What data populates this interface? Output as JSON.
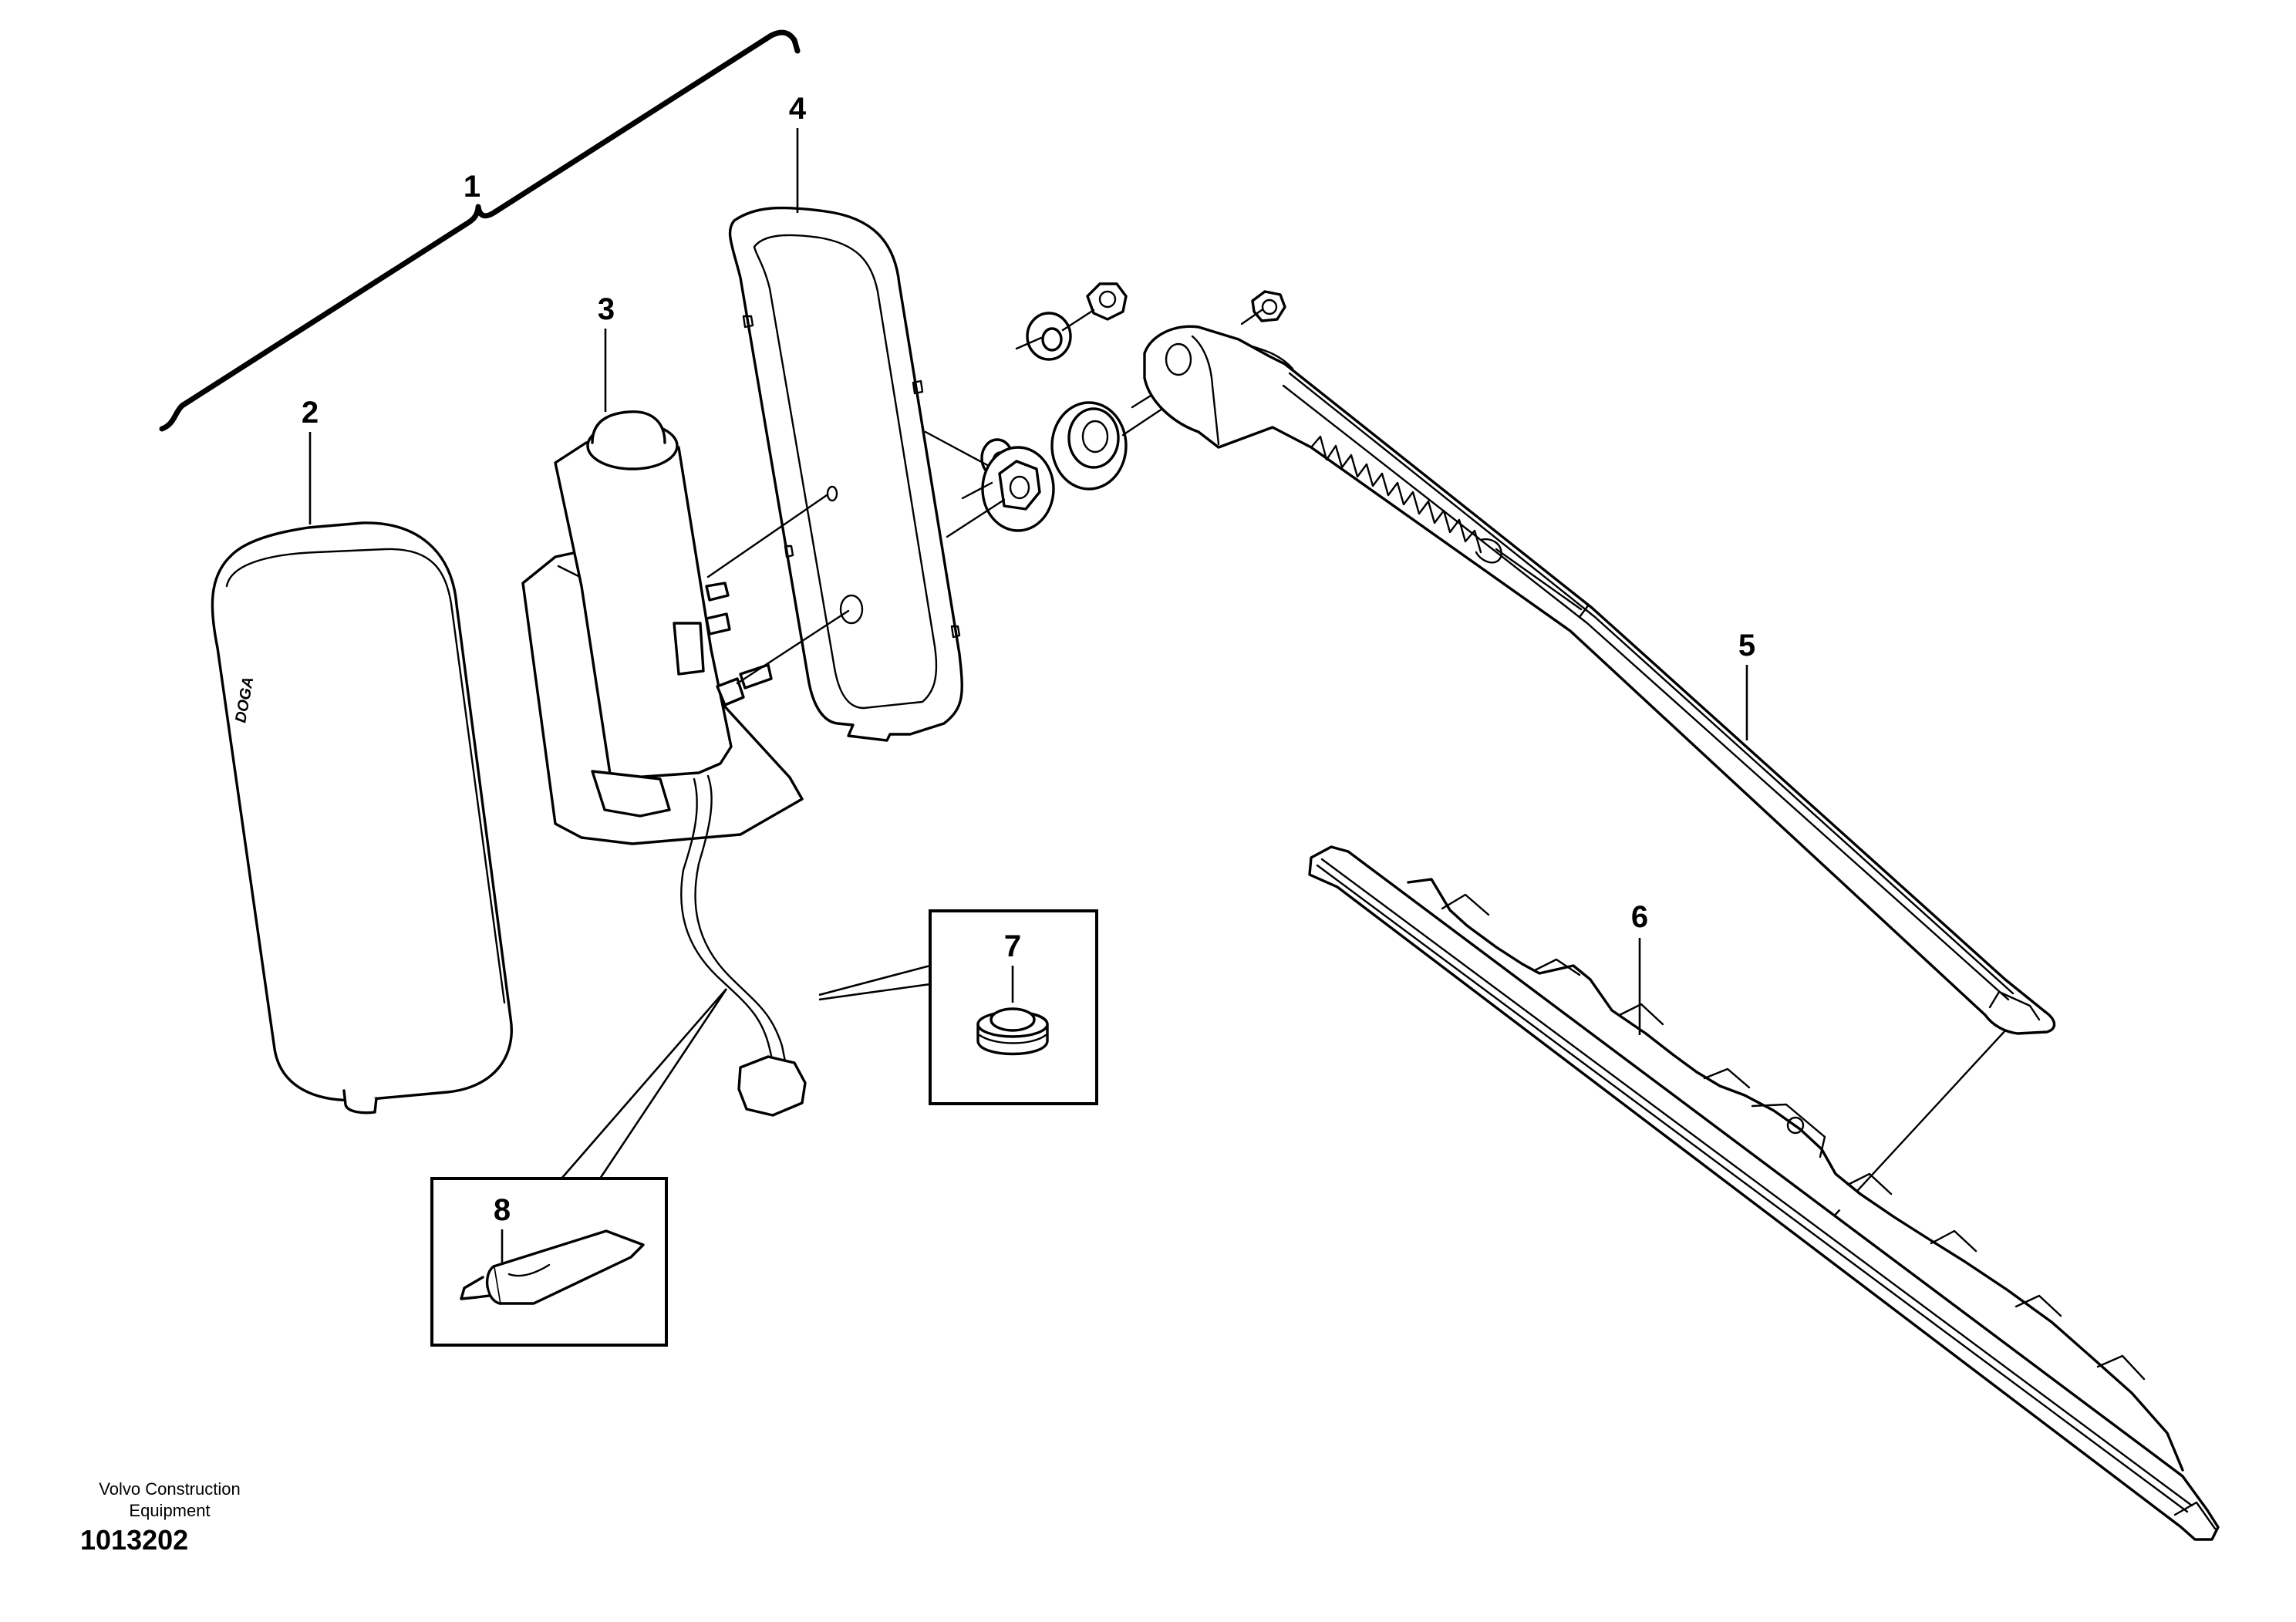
{
  "callouts": {
    "c1": "1",
    "c2": "2",
    "c3": "3",
    "c4": "4",
    "c5": "5",
    "c6": "6",
    "c7": "7",
    "c8": "8"
  },
  "cover_logo_text": "DOGA",
  "footer": {
    "company_line1": "Volvo Construction",
    "company_line2": "Equipment",
    "drawing_number": "1013202"
  },
  "colors": {
    "line": "#000000",
    "background": "#ffffff"
  }
}
